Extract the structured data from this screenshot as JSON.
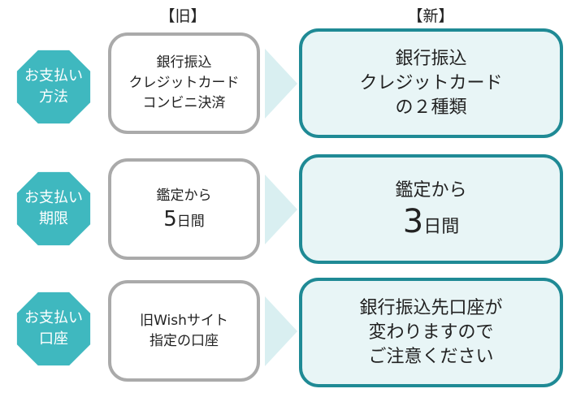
{
  "headers": {
    "old": "【旧】",
    "new": "【新】"
  },
  "rows": [
    {
      "label": [
        "お支払い",
        "方法"
      ],
      "old": [
        "銀行振込",
        "クレジットカード",
        "コンビニ決済"
      ],
      "new": [
        "銀行振込",
        "クレジットカード",
        "の２種類"
      ]
    },
    {
      "label": [
        "お支払い",
        "期限"
      ],
      "old_line1": "鑑定から",
      "old_num": "5",
      "old_unit": "日間",
      "new_line1": "鑑定から",
      "new_num": "3",
      "new_unit": "日間"
    },
    {
      "label": [
        "お支払い",
        "口座"
      ],
      "old": [
        "旧Wishサイト",
        "指定の口座"
      ],
      "new": [
        "銀行振込先口座が",
        "変わりますので",
        "ご注意ください"
      ]
    }
  ],
  "colors": {
    "accent": "#3fb8bf",
    "new_border": "#1f8a95",
    "new_fill": "#e8f5f6",
    "old_border": "#aaaaaa",
    "arrow": "#d9eff1"
  }
}
